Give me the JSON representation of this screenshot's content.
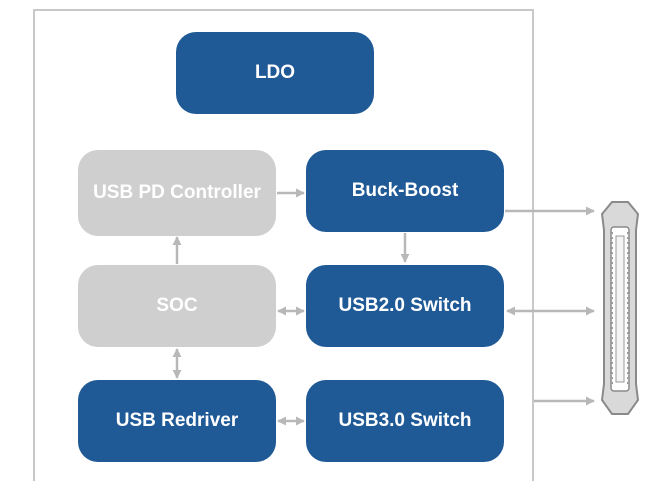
{
  "diagram": {
    "blocks": {
      "ldo": "LDO",
      "usb_pd_controller": "USB PD Controller",
      "buck_boost": "Buck-Boost",
      "soc": "SOC",
      "usb2_switch": "USB2.0 Switch",
      "usb_redriver": "USB Redriver",
      "usb3_switch": "USB3.0 Switch"
    },
    "colors": {
      "active_block": "#1f5a96",
      "inactive_block": "#cfcfcf",
      "arrow": "#b8b8b8",
      "frame": "#c8c8c8",
      "connector_fill": "#d9d9d9",
      "connector_outline": "#8a8a8a"
    },
    "icons": {
      "connector": "usb-type-c-connector-icon"
    }
  }
}
